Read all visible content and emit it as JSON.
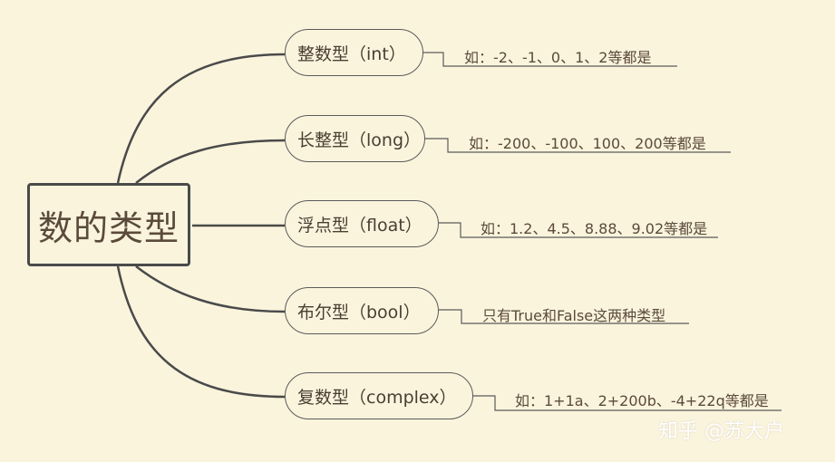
{
  "root": {
    "label": "数的类型"
  },
  "types": [
    {
      "label": "整数型（int）",
      "example": "如：-2、-1、0、1、2等都是"
    },
    {
      "label": "长整型（long）",
      "example": "如：-200、-100、100、200等都是"
    },
    {
      "label": "浮点型（float）",
      "example": "如：1.2、4.5、8.88、9.02等都是"
    },
    {
      "label": "布尔型（bool）",
      "example": "只有True和False这两种类型"
    },
    {
      "label": "复数型（complex）",
      "example": "如：1+1a、2+200b、-4+22q等都是"
    }
  ],
  "watermark": "知乎 @苏大户",
  "colors": {
    "background": "#fbf4dd",
    "line": "#4a4a4a",
    "text": "#5a4a3a"
  }
}
